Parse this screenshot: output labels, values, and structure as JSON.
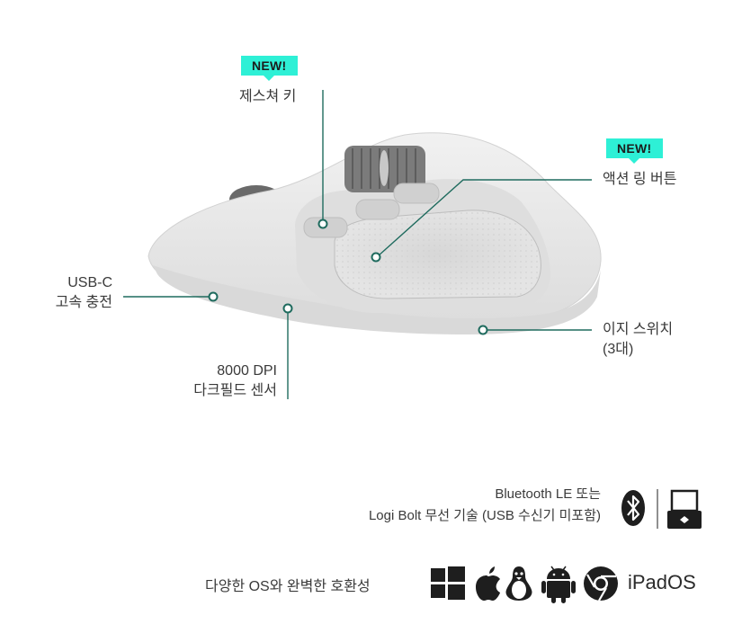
{
  "callouts": {
    "gesture_key": {
      "badge": "NEW!",
      "label": "제스쳐 키"
    },
    "action_ring": {
      "badge": "NEW!",
      "label": "액션 링 버튼"
    },
    "usb_c": {
      "line1": "USB-C",
      "line2": "고속 충전"
    },
    "sensor": {
      "line1": "8000 DPI",
      "line2": "다크필드 센서"
    },
    "easy_switch": {
      "line1": "이지 스위치",
      "line2": "(3대)"
    }
  },
  "connectivity": {
    "line1": "Bluetooth LE 또는",
    "line2": "Logi Bolt 무선 기술 (USB 수신기 미포함)",
    "icons": [
      "bluetooth-icon",
      "logi-bolt-receiver-icon"
    ]
  },
  "compatibility": {
    "label": "다양한 OS와 완벽한 호환성",
    "icons": [
      "windows-icon",
      "apple-icon",
      "linux-icon",
      "android-icon",
      "chrome-icon"
    ],
    "ipados": "iPadOS"
  },
  "colors": {
    "accent": "#2ef0d6",
    "leader_line": "#1f6b5e",
    "mouse_body": "#e8e8e8"
  }
}
